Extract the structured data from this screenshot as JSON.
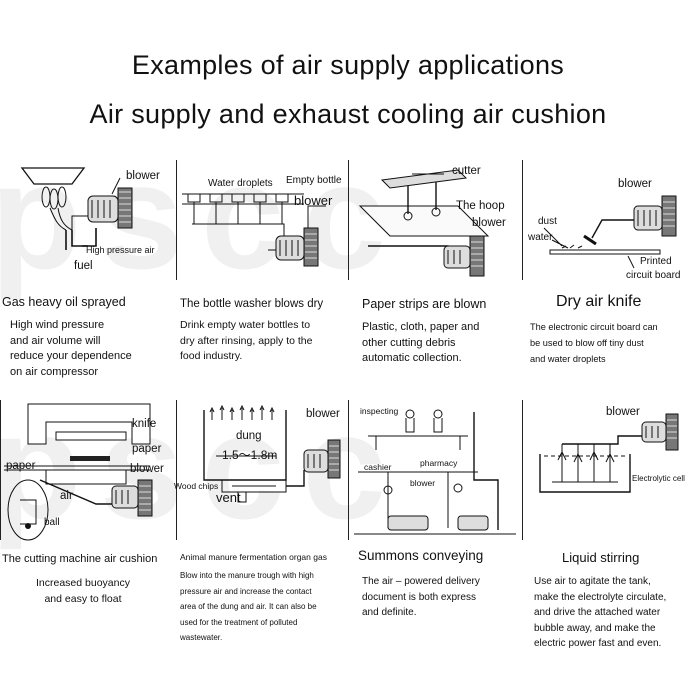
{
  "titles": {
    "main": "Examples of air supply applications",
    "sub": "Air supply and exhaust cooling air cushion"
  },
  "panels": [
    {
      "heading": "Gas heavy oil sprayed",
      "description": "High wind pressure\nand air volume will\nreduce your dependence\non air compressor",
      "labels": [
        "blower",
        "High pressure air",
        "fuel"
      ]
    },
    {
      "heading": "The bottle washer blows dry",
      "description": "Drink empty water bottles to\ndry after rinsing, apply to the\nfood industry.",
      "labels": [
        "Water droplets",
        "Empty bottle",
        "blower"
      ]
    },
    {
      "heading": "Paper strips are blown",
      "description": "Plastic, cloth, paper and\nother cutting debris\nautomatic collection.",
      "labels": [
        "cutter",
        "The hoop",
        "blower"
      ]
    },
    {
      "heading": "Dry air knife",
      "description": "The electronic circuit board can\nbe used to blow off tiny dust\nand water droplets",
      "labels": [
        "blower",
        "dust",
        "water",
        "Printed",
        "circuit board"
      ]
    },
    {
      "heading": "The cutting machine air cushion",
      "description": "Increased buoyancy\nand easy to float",
      "labels": [
        "knife",
        "paper",
        "paper",
        "blower",
        "air",
        "ball"
      ]
    },
    {
      "heading": "Animal manure fermentation organ gas",
      "description": "Blow into the manure trough with high\npressure air and increase the contact\narea of the dung and air. It can also be\nused for the treatment of polluted\nwastewater.",
      "labels": [
        "blower",
        "dung",
        "1.5～1.8m",
        "Wood chips",
        "vent"
      ]
    },
    {
      "heading": "Summons conveying",
      "description": "The air – powered delivery\ndocument is both express\nand definite.",
      "labels": [
        "inspecting",
        "pharmacy",
        "cashier",
        "blower"
      ]
    },
    {
      "heading": "Liquid stirring",
      "description": "Use air to agitate the tank,\nmake the electrolyte circulate,\nand drive the attached water\nbubble away, and make the\nelectric power fast and even.",
      "labels": [
        "blower",
        "Electrolytic cell"
      ]
    }
  ]
}
